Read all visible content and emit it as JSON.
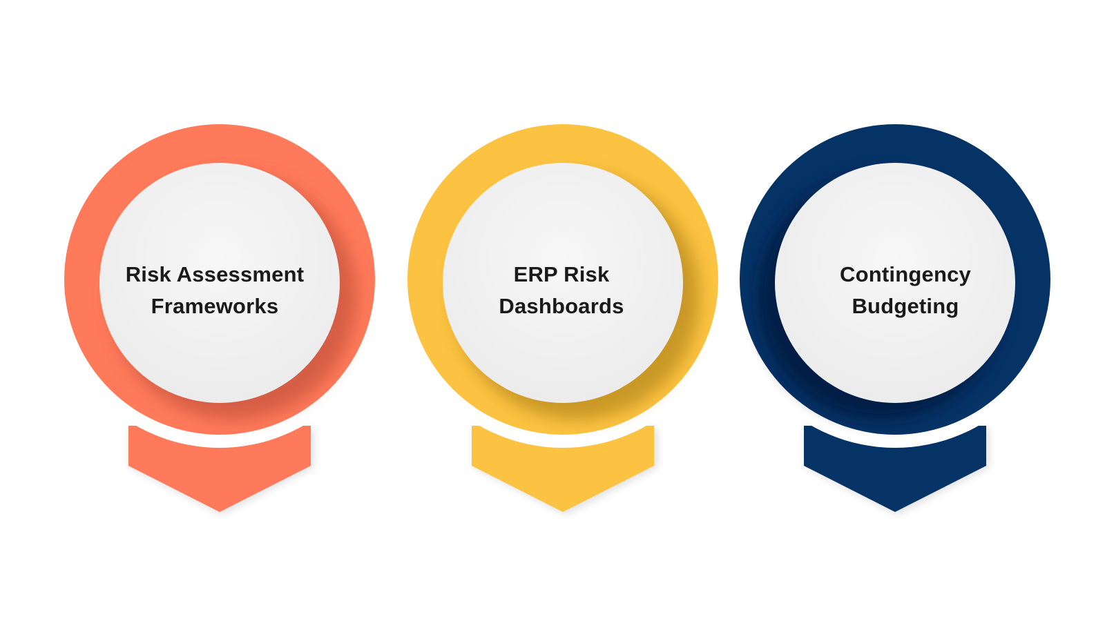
{
  "badges": [
    {
      "line1": "Risk Assessment",
      "line2": "Frameworks",
      "color": "#FF7A5A",
      "shade": "#C8553C"
    },
    {
      "line1": "ERP Risk",
      "line2": "Dashboards",
      "color": "#FCC342",
      "shade": "#B8891F"
    },
    {
      "line1": "Contingency",
      "line2": "Budgeting",
      "color": "#053366",
      "shade": "#02193A"
    }
  ]
}
